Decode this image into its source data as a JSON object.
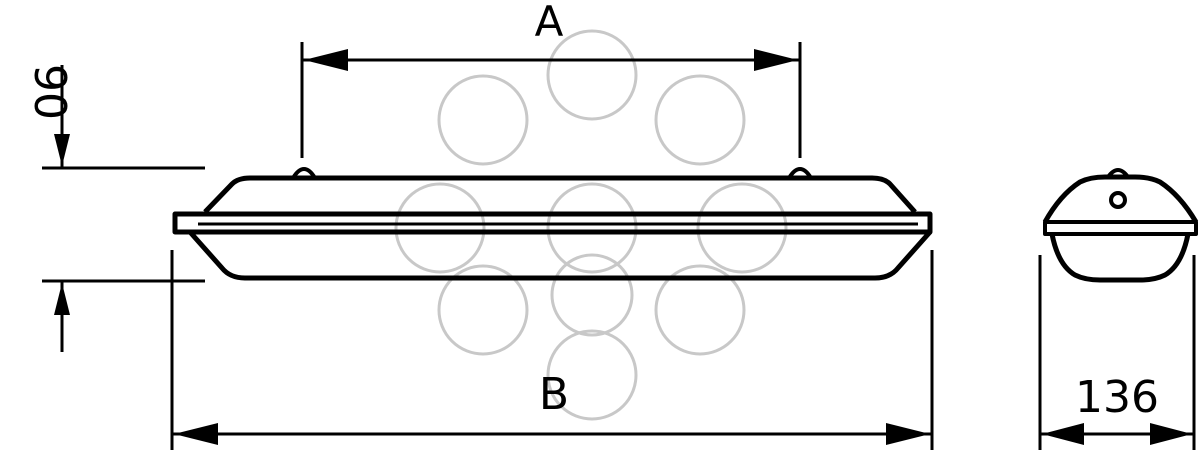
{
  "drawing": {
    "dimension_a_label": "A",
    "dimension_b_label": "B",
    "height_label": "90",
    "width_label": "136"
  },
  "colors": {
    "line": "#000000",
    "watermark": "#c8c8c8",
    "background": "#ffffff"
  }
}
